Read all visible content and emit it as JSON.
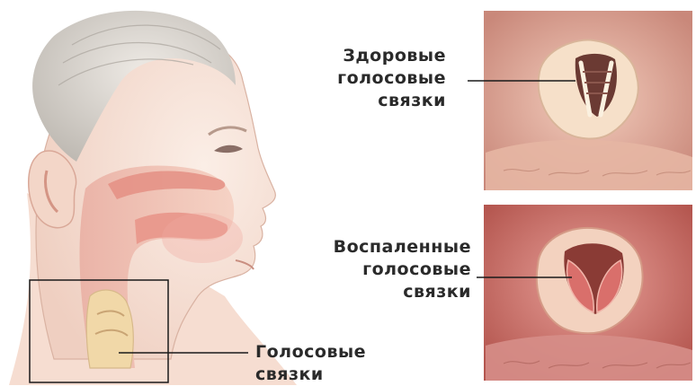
{
  "labels": {
    "healthy": [
      "Здоровые",
      "голосовые",
      "связки"
    ],
    "inflamed": [
      "Воспаленные",
      "голосовые",
      "связки"
    ],
    "vocal_cords": [
      "Голосовые",
      "связки"
    ]
  },
  "colors": {
    "skin": "#f7e3d8",
    "hair": "#d9d6d1",
    "tissue": "#e9a39a",
    "throat": "#f3c9b9",
    "healthy_bg": "#e7b7a5",
    "inflamed_bg": "#dc8e88",
    "frame": "#1a1a1a",
    "text": "#2a2a2a"
  },
  "icons": {
    "head": "head-profile-illustration",
    "healthy_photo": "healthy-larynx-illustration",
    "inflamed_photo": "inflamed-larynx-illustration"
  }
}
